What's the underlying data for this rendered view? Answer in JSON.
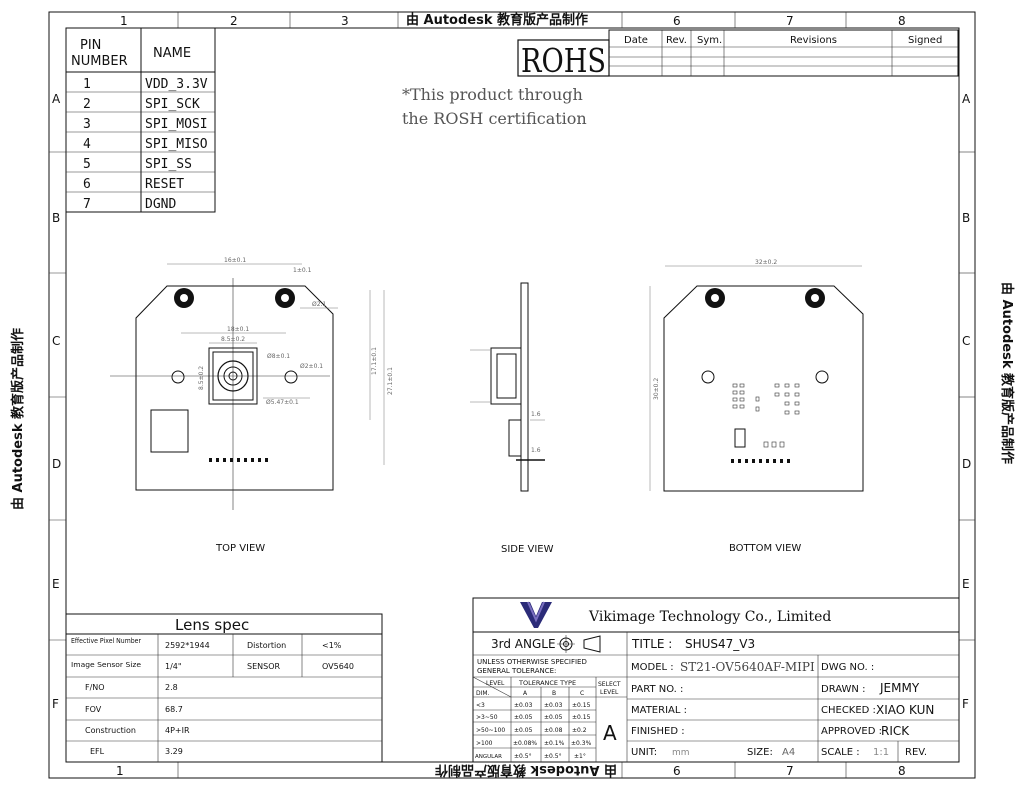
{
  "watermark": {
    "top": "由 Autodesk 教育版产品制作",
    "bottom": "由 Autodesk 教育版产品制作",
    "left": "由 Autodesk 教育版产品制作",
    "right": "由 Autodesk 教育版产品制作"
  },
  "grid": {
    "columns": [
      "1",
      "2",
      "3",
      "6",
      "7",
      "8"
    ],
    "bottom_columns": [
      "1",
      "6",
      "7",
      "8"
    ],
    "rows": [
      "A",
      "B",
      "C",
      "D",
      "E",
      "F"
    ]
  },
  "pin_table": {
    "header_pin": "PIN",
    "header_number": "NUMBER",
    "header_name": "NAME",
    "rows": [
      {
        "pin": "1",
        "name": "VDD_3.3V"
      },
      {
        "pin": "2",
        "name": "SPI_SCK"
      },
      {
        "pin": "3",
        "name": "SPI_MOSI"
      },
      {
        "pin": "4",
        "name": "SPI_MISO"
      },
      {
        "pin": "5",
        "name": "SPI_SS"
      },
      {
        "pin": "6",
        "name": "RESET"
      },
      {
        "pin": "7",
        "name": "DGND"
      }
    ]
  },
  "rohs": {
    "label": "ROHS",
    "note_line1": "*This product through",
    "note_line2": "the ROSH certification"
  },
  "revision_table": {
    "date": "Date",
    "rev": "Rev.",
    "sym": "Sym.",
    "revisions": "Revisions",
    "signed": "Signed"
  },
  "views": {
    "top": "TOP VIEW",
    "side": "SIDE VIEW",
    "bottom": "BOTTOM VIEW",
    "dims": {
      "top_width": "16±0.1",
      "top_small": "1±0.1",
      "top_lens_width": "18±0.1",
      "top_lens_inner": "8.5±0.2",
      "top_lens_h": "8.5±0.2",
      "top_hole": "Ø2±0.1",
      "top_hole2": "Ø8±0.1",
      "top_diam": "Ø5.47±0.1",
      "top_mount": "Ø2.1",
      "top_height": "27.1±0.1",
      "top_height2": "17.1±0.1",
      "side_a": "1.6",
      "side_b": "1.6",
      "bottom_width": "32±0.2",
      "bottom_height": "30±0.2"
    }
  },
  "lens_spec": {
    "title": "Lens spec",
    "rows": [
      {
        "label": "Effective Pixel Number",
        "value": "2592*1944",
        "label2": "Distortion",
        "value2": "<1%"
      },
      {
        "label": "Image Sensor Size",
        "value": "1/4\"",
        "label2": "SENSOR",
        "value2": "OV5640"
      },
      {
        "label": "F/NO",
        "value": "2.8",
        "label2": "",
        "value2": ""
      },
      {
        "label": "FOV",
        "value": "68.7",
        "label2": "",
        "value2": ""
      },
      {
        "label": "Construction",
        "value": "4P+IR",
        "label2": "",
        "value2": ""
      },
      {
        "label": "EFL",
        "value": "3.29",
        "label2": "",
        "value2": ""
      }
    ]
  },
  "title_block": {
    "company": "Vikimage Technology Co., Limited",
    "angle": "3rd ANGLE",
    "title_label": "TITLE :",
    "title_value": "SHUS47_V3",
    "model_label": "MODEL :",
    "model_value": "ST21-OV5640AF-MIPI",
    "dwg_label": "DWG NO. :",
    "part_label": "PART NO. :",
    "drawn_label": "DRAWN :",
    "drawn_value": "JEMMY",
    "material_label": "MATERIAL :",
    "checked_label": "CHECKED :",
    "checked_value": "XIAO KUN",
    "finished_label": "FINISHED :",
    "approved_label": "APPROVED :",
    "approved_value": "RICK",
    "unit_label": "UNIT:",
    "unit_value": "mm",
    "size_label": "SIZE:",
    "size_value": "A4",
    "scale_label": "SCALE :",
    "scale_value": "1:1",
    "rev_label": "REV.",
    "tolerance": {
      "line1": "UNLESS OTHERWISE SPECIFIED",
      "line2": "GENERAL TOLERANCE:",
      "level": "LEVEL",
      "type": "TOLERANCE TYPE",
      "select": "SELECT",
      "select2": "LEVEL",
      "dim": "DIM.",
      "cols": [
        "A",
        "B",
        "C"
      ],
      "selected": "A",
      "rows": [
        {
          "dim": "<3",
          "a": "±0.03",
          "b": "±0.03",
          "c": "±0.15"
        },
        {
          "dim": ">3~50",
          "a": "±0.05",
          "b": "±0.05",
          "c": "±0.15"
        },
        {
          "dim": ">50~100",
          "a": "±0.05",
          "b": "±0.08",
          "c": "±0.2"
        },
        {
          "dim": ">100",
          "a": "±0.08%",
          "b": "±0.1%",
          "c": "±0.3%"
        },
        {
          "dim": "ANGULAR",
          "a": "±0.5°",
          "b": "±0.5°",
          "c": "±1°"
        }
      ]
    }
  }
}
